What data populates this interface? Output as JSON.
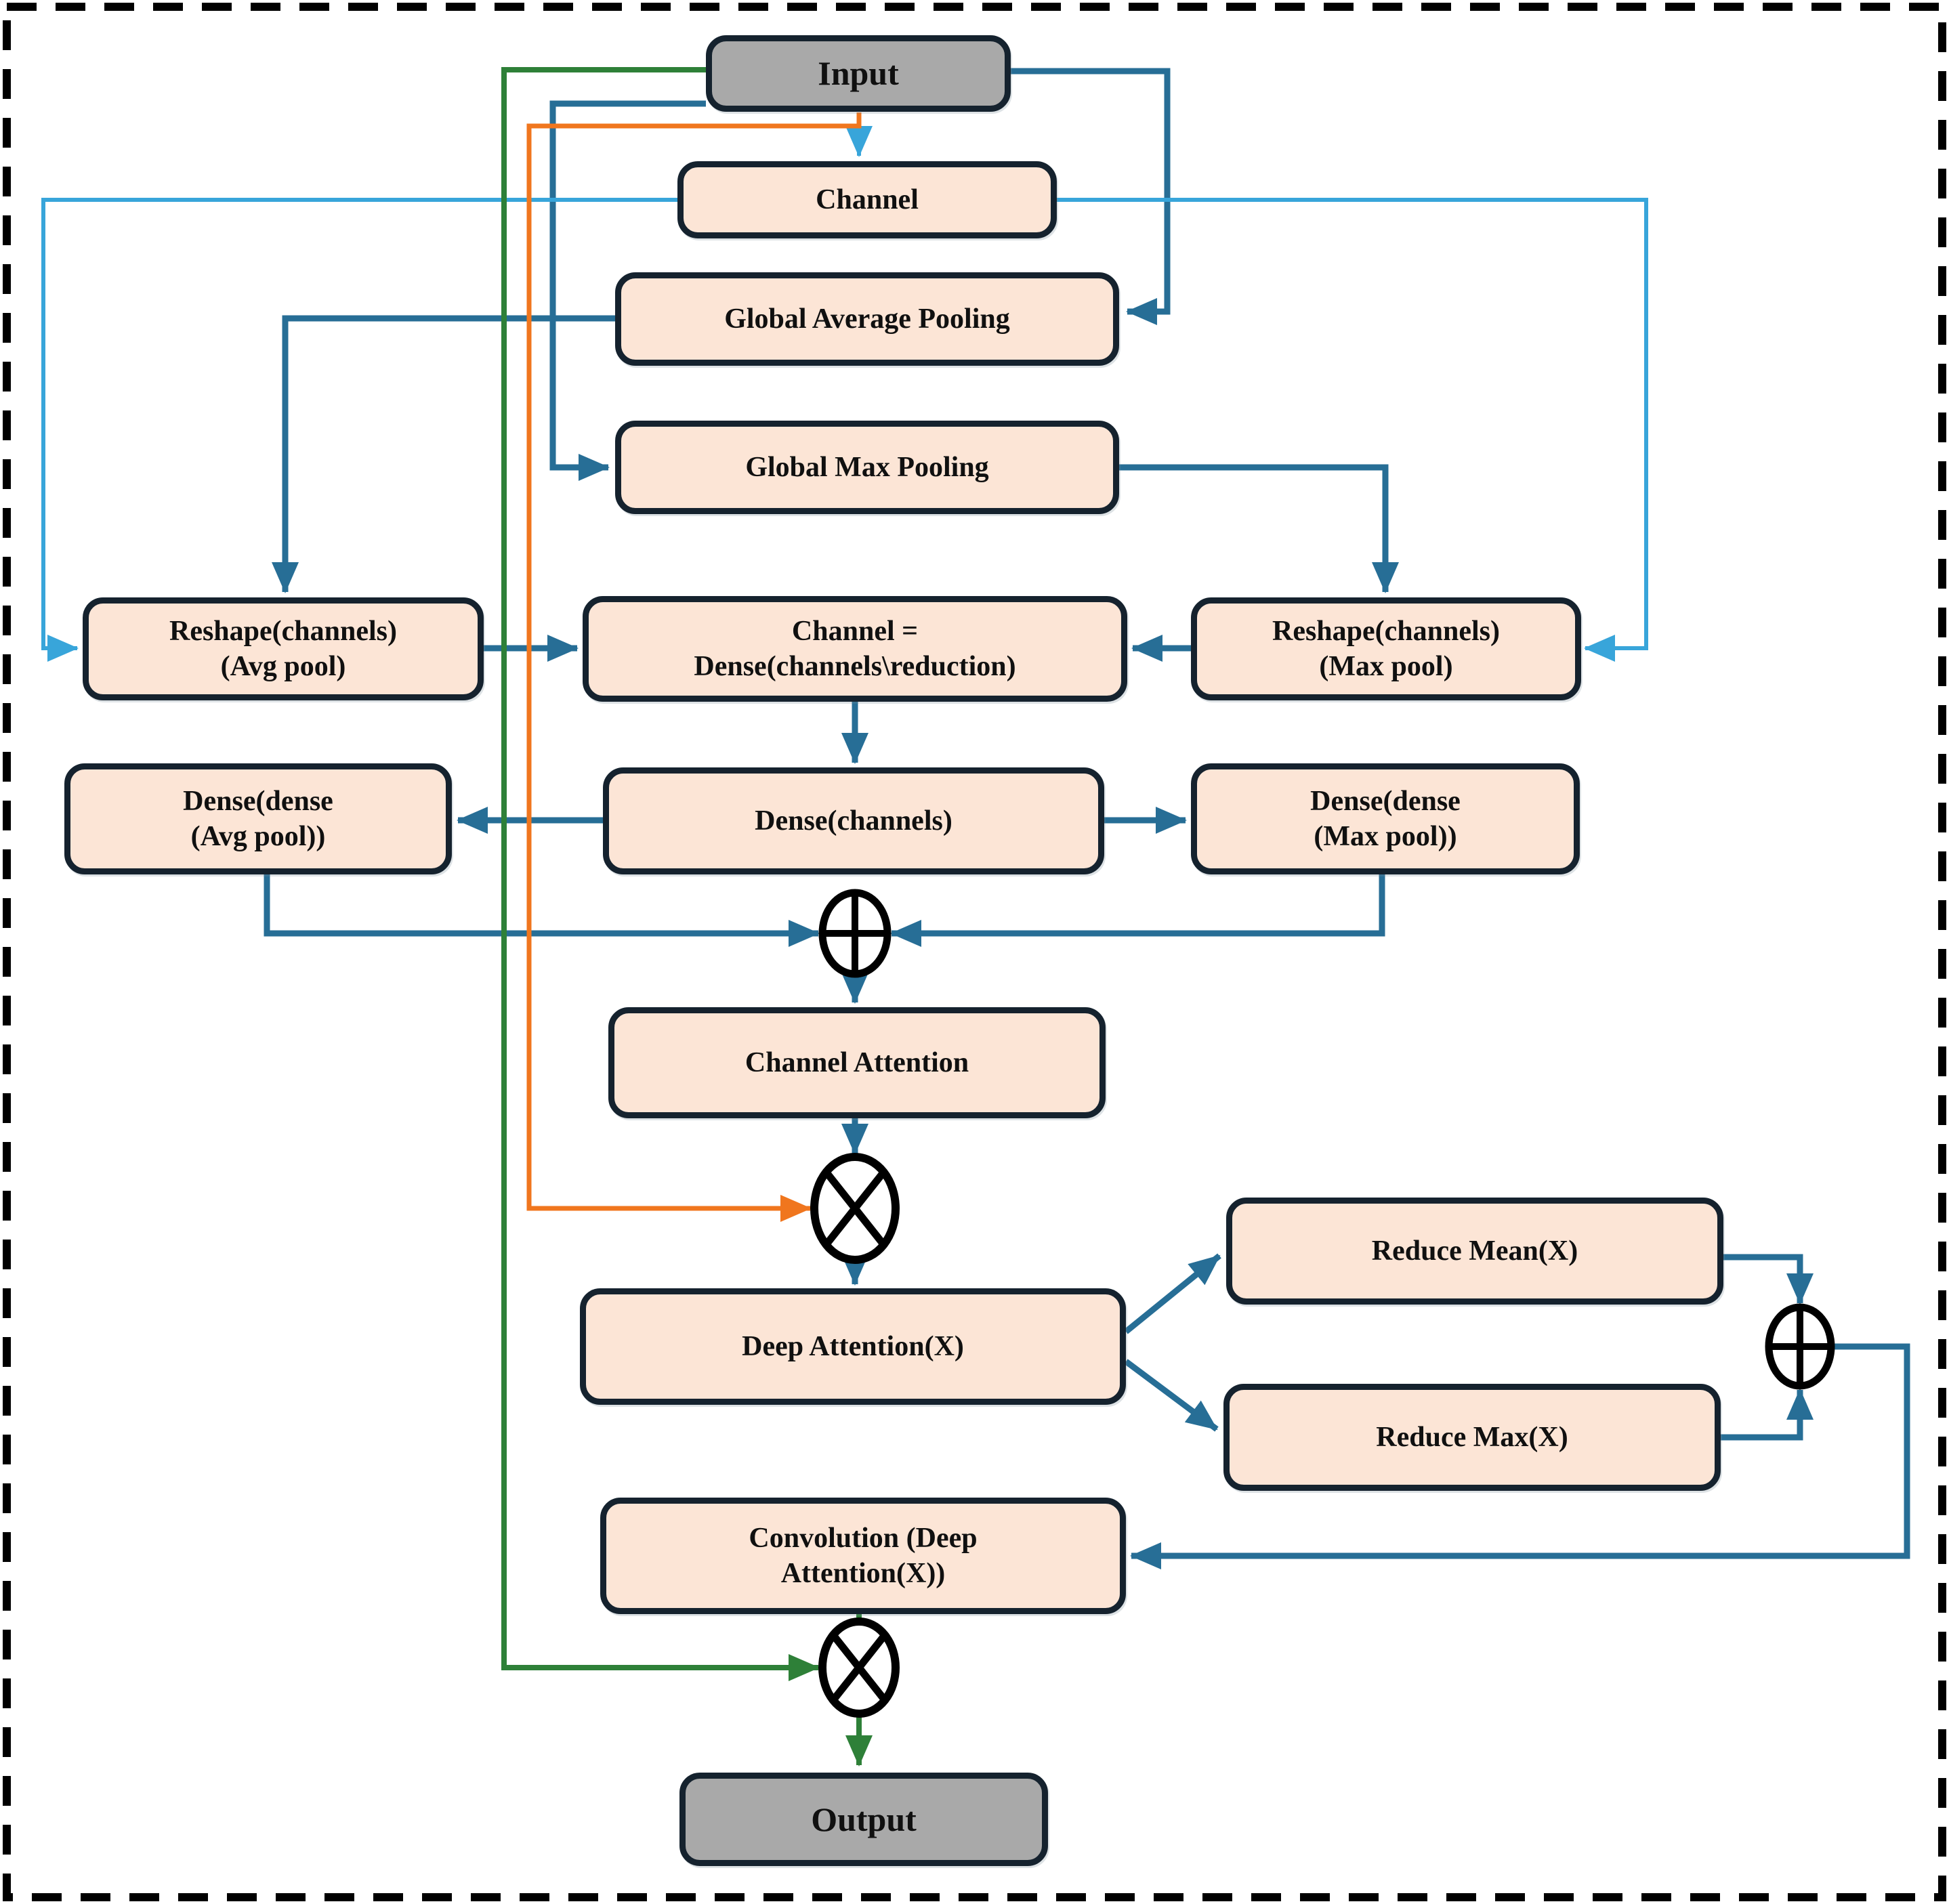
{
  "figure": {
    "kind": "attention-module-flowchart"
  },
  "nodes": {
    "input": "Input",
    "channel": "Channel",
    "global_avg_pool": "Global Average Pooling",
    "global_max_pool": "Global Max Pooling",
    "reshape_avg": [
      "Reshape(channels)",
      "(Avg pool)"
    ],
    "channel_dense": [
      "Channel =",
      "Dense(channels\\reduction)"
    ],
    "reshape_max": [
      "Reshape(channels)",
      "(Max pool)"
    ],
    "dense_avg": [
      "Dense(dense",
      "(Avg pool))"
    ],
    "dense_channels": "Dense(channels)",
    "dense_max": [
      "Dense(dense",
      "(Max pool))"
    ],
    "channel_attention": "Channel Attention",
    "deep_attention": "Deep Attention(X)",
    "reduce_mean": "Reduce Mean(X)",
    "reduce_max": "Reduce Max(X)",
    "convolution": [
      "Convolution (Deep",
      "Attention(X))"
    ],
    "output": "Output"
  },
  "operators": {
    "add_center": "circle-plus",
    "multiply_center": "circle-multiply",
    "add_right": "circle-plus",
    "multiply_bottom": "circle-multiply"
  },
  "colors": {
    "box_fill": "#fce5d6",
    "box_border": "#15222e",
    "terminal_fill": "#a9a9a9",
    "arrow_teal": "#276e96",
    "arrow_light_blue": "#38a5da",
    "arrow_orange": "#f0761e",
    "arrow_green": "#2e8038",
    "operator_stroke": "#000000",
    "frame": "#000000"
  }
}
